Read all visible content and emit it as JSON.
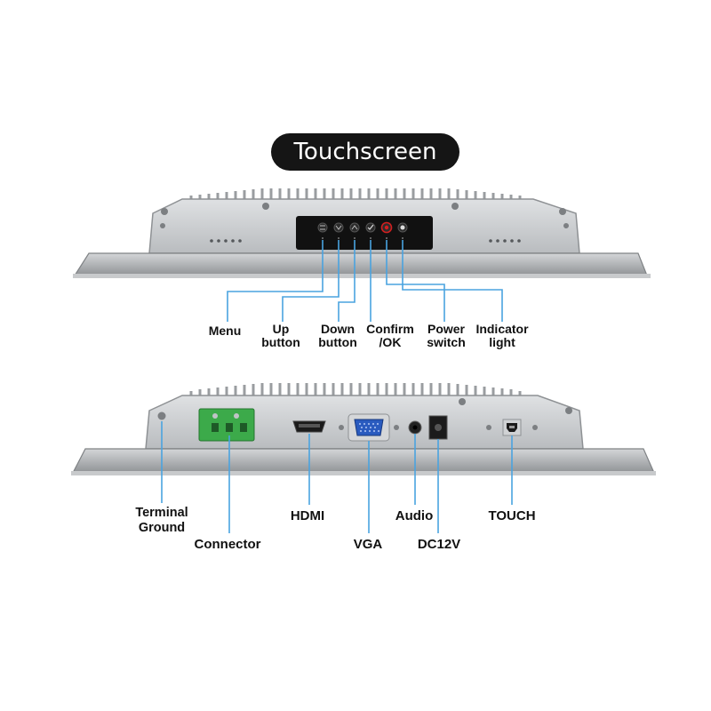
{
  "title": "Touchscreen",
  "top_view": {
    "labels": [
      {
        "line1": "Menu",
        "line2": ""
      },
      {
        "line1": "Up",
        "line2": "button"
      },
      {
        "line1": "Down",
        "line2": "button"
      },
      {
        "line1": "Confirm",
        "line2": "/OK"
      },
      {
        "line1": "Power",
        "line2": "switch"
      },
      {
        "line1": "Indicator",
        "line2": "light"
      }
    ]
  },
  "bottom_view": {
    "labels": [
      {
        "line1": "Terminal",
        "line2": "Ground"
      },
      {
        "line1": "Connector",
        "line2": ""
      },
      {
        "line1": "HDMI",
        "line2": ""
      },
      {
        "line1": "VGA",
        "line2": ""
      },
      {
        "line1": "Audio",
        "line2": ""
      },
      {
        "line1": "DC12V",
        "line2": ""
      },
      {
        "line1": "TOUCH",
        "line2": ""
      }
    ]
  },
  "colors": {
    "leader_line": "#4aa3df",
    "panel_face": "#c9cbcd",
    "panel_edge": "#8e9194",
    "bezel": "#a7aaad",
    "button_panel": "#111111",
    "power_red": "#d21f1f",
    "connector_green": "#3caa4a",
    "vga_blue": "#2a5bbf"
  }
}
